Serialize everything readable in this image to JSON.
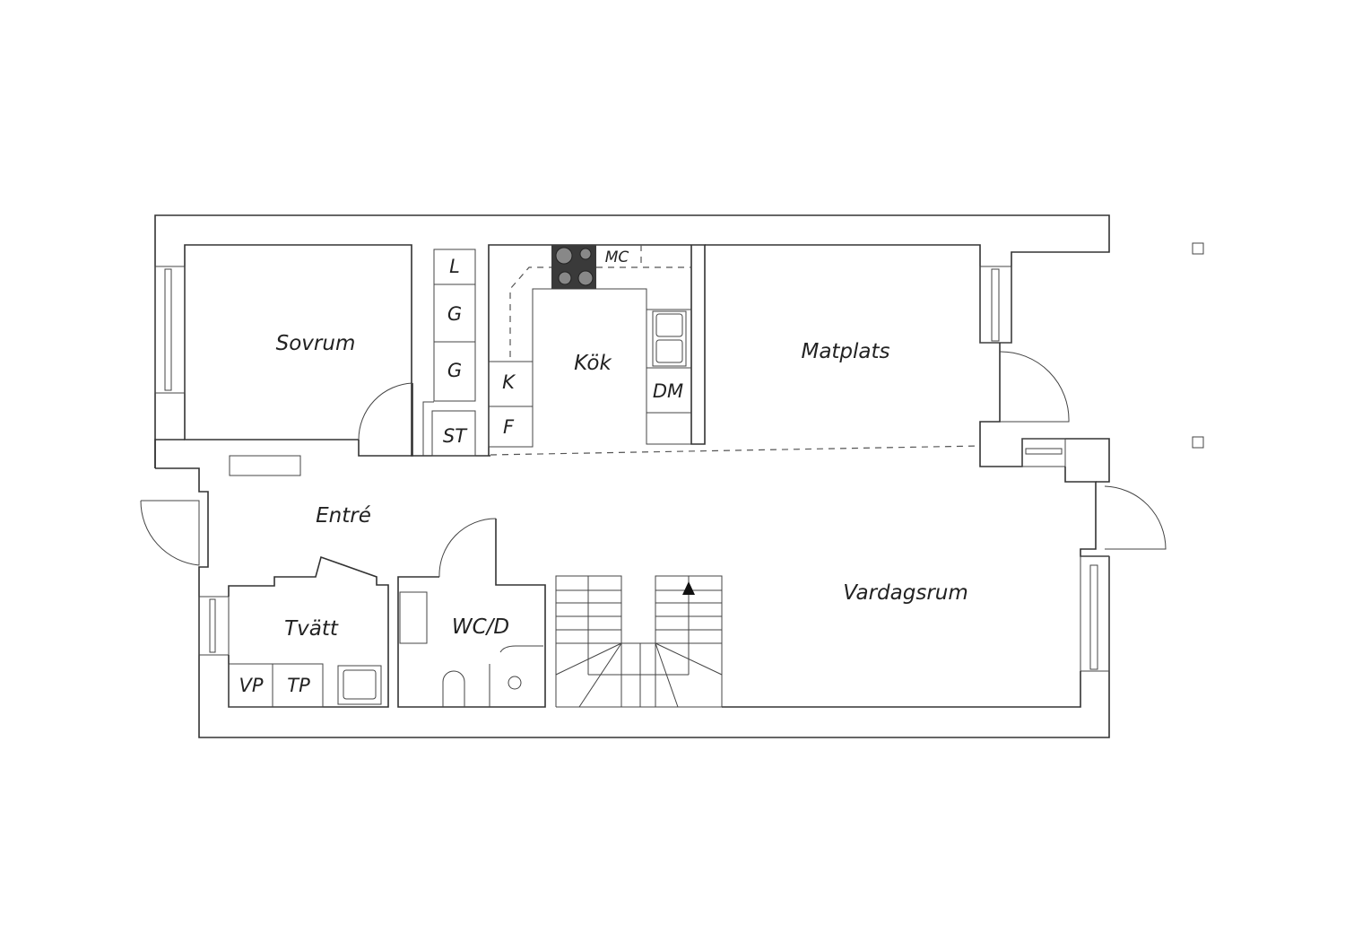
{
  "rooms": {
    "sovrum": "Sovrum",
    "kok": "Kök",
    "matplats": "Matplats",
    "entre": "Entré",
    "tvatt": "Tvätt",
    "wc": "WC/D",
    "vardagsrum": "Vardagsrum"
  },
  "fixtures": {
    "l": "L",
    "g1": "G",
    "g2": "G",
    "st": "ST",
    "k": "K",
    "f": "F",
    "dm": "DM",
    "mc": "MC",
    "vp": "VP",
    "tp": "TP"
  },
  "colors": {
    "line": "#333333",
    "stove": "#3a3a3a"
  }
}
